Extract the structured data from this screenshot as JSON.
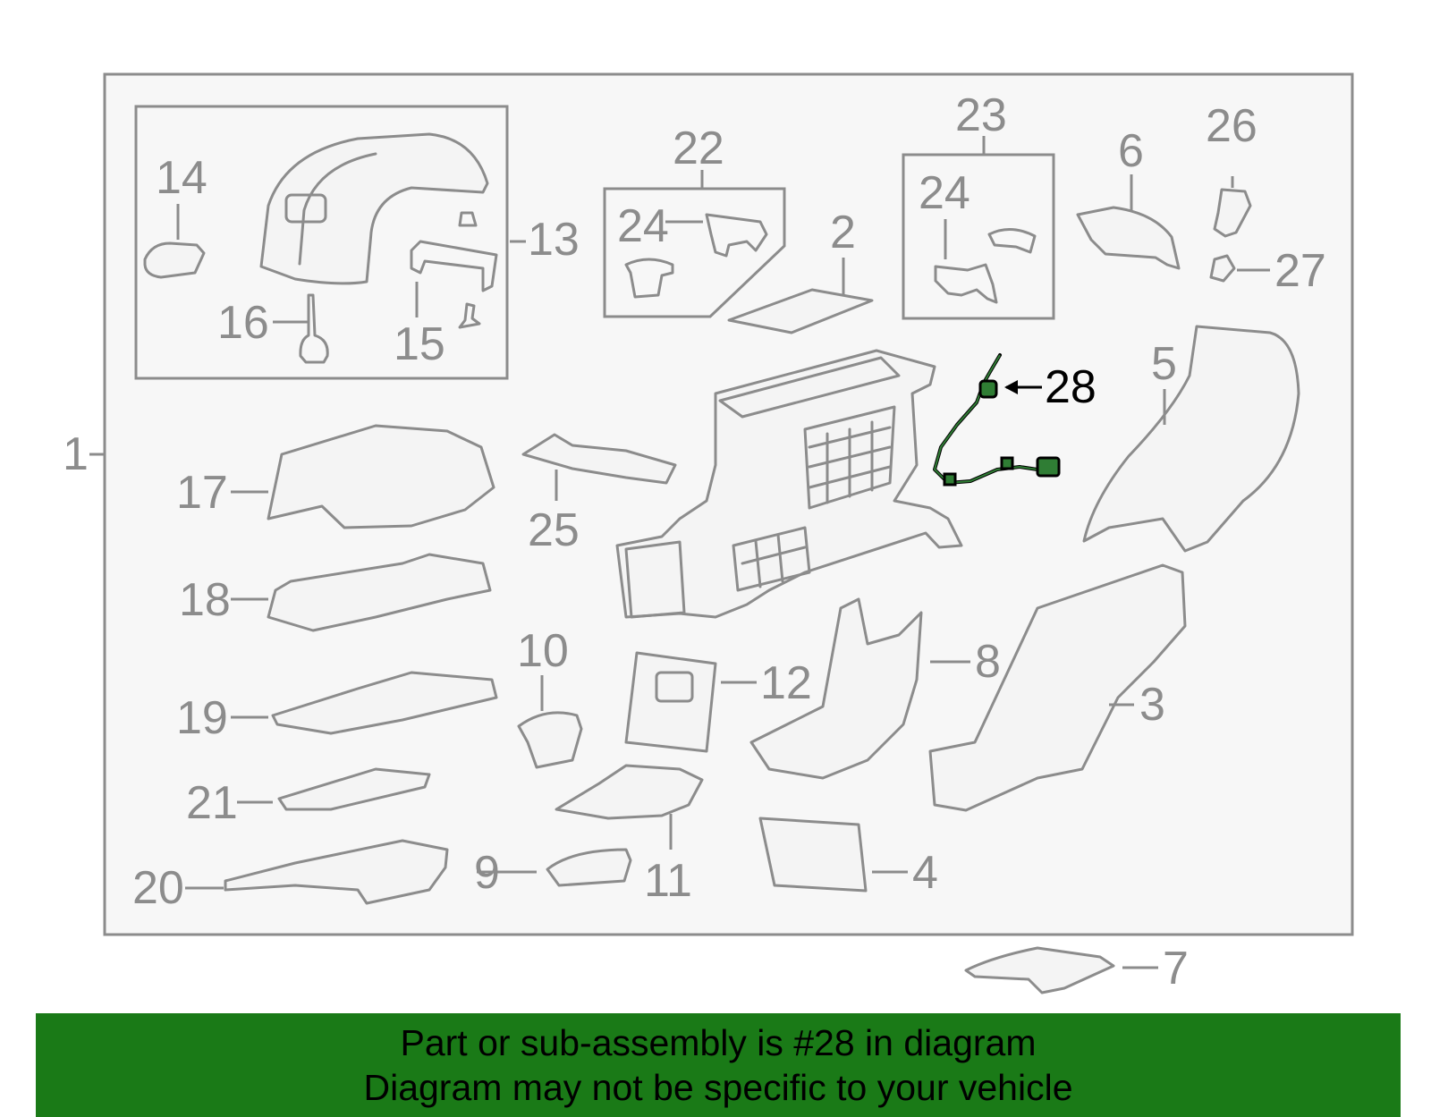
{
  "callouts": {
    "c1": "1",
    "c2": "2",
    "c3": "3",
    "c4": "4",
    "c5": "5",
    "c6": "6",
    "c7": "7",
    "c8": "8",
    "c9": "9",
    "c10": "10",
    "c11": "11",
    "c12": "12",
    "c13": "13",
    "c14": "14",
    "c15": "15",
    "c16": "16",
    "c17": "17",
    "c18": "18",
    "c19": "19",
    "c20": "20",
    "c21": "21",
    "c22": "22",
    "c23": "23",
    "c24a": "24",
    "c24b": "24",
    "c25": "25",
    "c26": "26",
    "c27": "27",
    "c28": "28"
  },
  "highlighted_part": "28",
  "colors": {
    "part_stroke": "#8c8c8c",
    "highlight": "#2f7d34",
    "banner": "#1a7a17"
  },
  "banner": {
    "line1": "Part or sub-assembly is #28 in diagram",
    "line2": "Diagram may not be specific to your vehicle"
  }
}
